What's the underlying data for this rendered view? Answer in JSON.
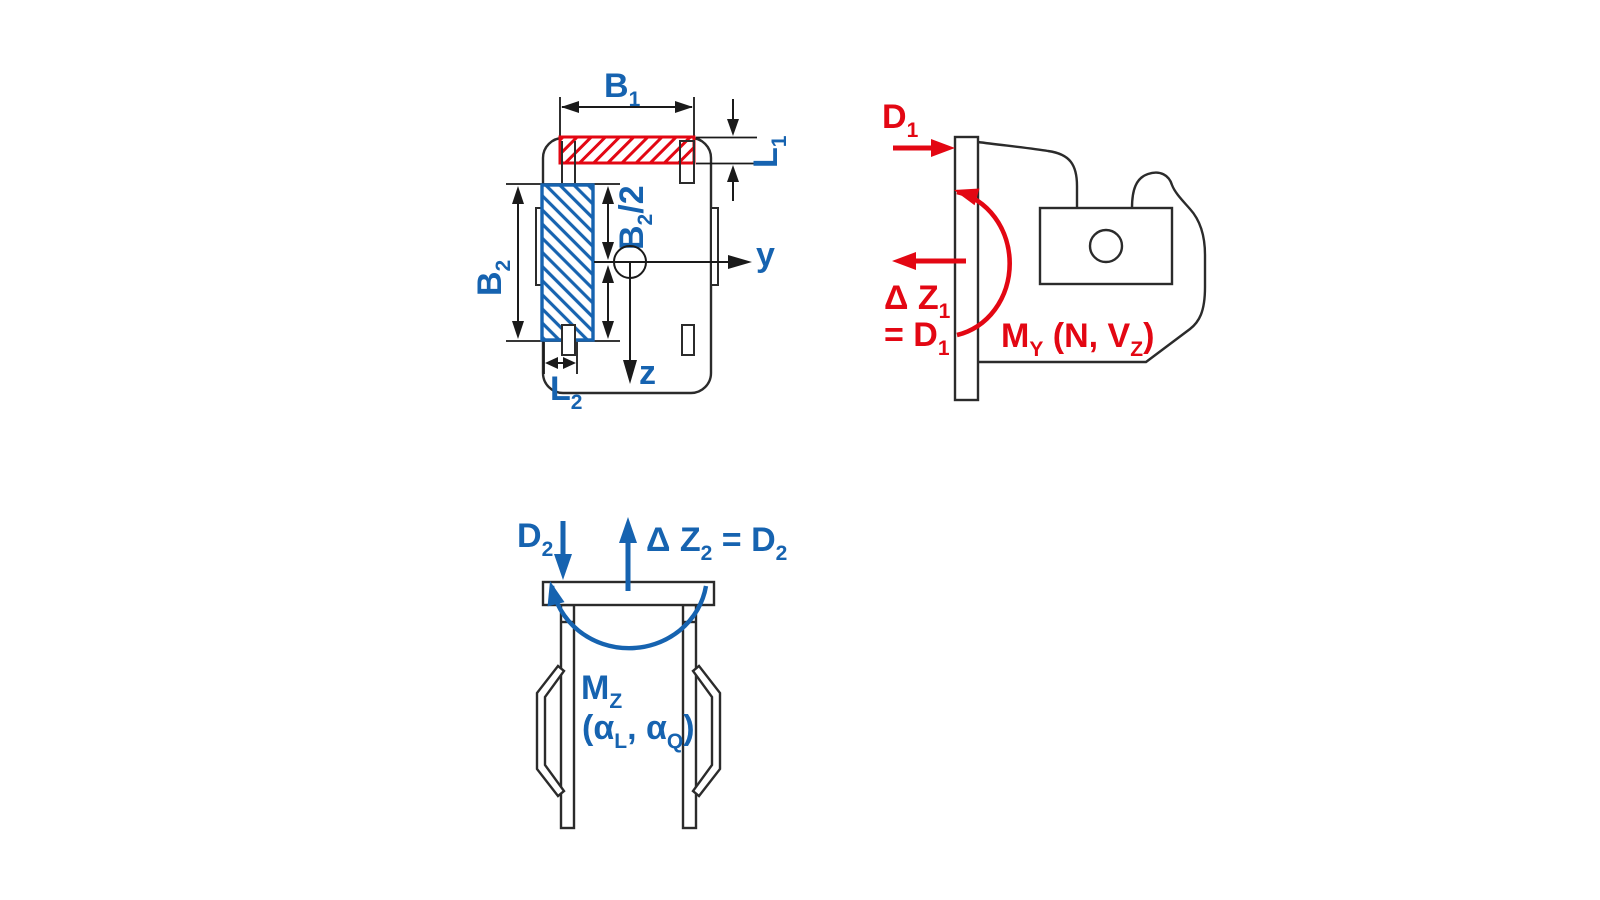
{
  "colors": {
    "blue": "#1663B0",
    "red": "#E30713",
    "dimension_black": "#1a1a1a",
    "outline_gray": "#2b2b2b",
    "background": "#ffffff"
  },
  "cross_section": {
    "dim_b1": {
      "base": "B",
      "sub": "1"
    },
    "dim_l1": {
      "base": "L",
      "sub": "1"
    },
    "dim_b2": {
      "base": "B",
      "sub": "2"
    },
    "dim_b2_half": {
      "base": "B",
      "sub": "2",
      "suffix": "/2"
    },
    "dim_l2": {
      "base": "L",
      "sub": "2"
    },
    "axis_y": "y",
    "axis_z": "z"
  },
  "side_view": {
    "force_d1": {
      "base": "D",
      "sub": "1"
    },
    "delta_z1": {
      "base": "Δ Z",
      "sub": "1"
    },
    "equals_d1": {
      "base": "= D",
      "sub": "1"
    },
    "moment_my": {
      "base": "M",
      "sub": "Y",
      "mid": " (N, V",
      "mid_sub": "Z",
      "end": ")"
    }
  },
  "front_view": {
    "force_d2": {
      "base": "D",
      "sub": "2"
    },
    "delta_z2": {
      "base": "Δ Z",
      "sub": "2",
      "mid": " = D",
      "mid_sub": "2"
    },
    "moment_mz": {
      "base": "M",
      "sub": "Z"
    },
    "moment_args": {
      "p1": "(α",
      "s1": "L",
      "p2": ", α",
      "s2": "Q",
      "p3": ")"
    }
  }
}
